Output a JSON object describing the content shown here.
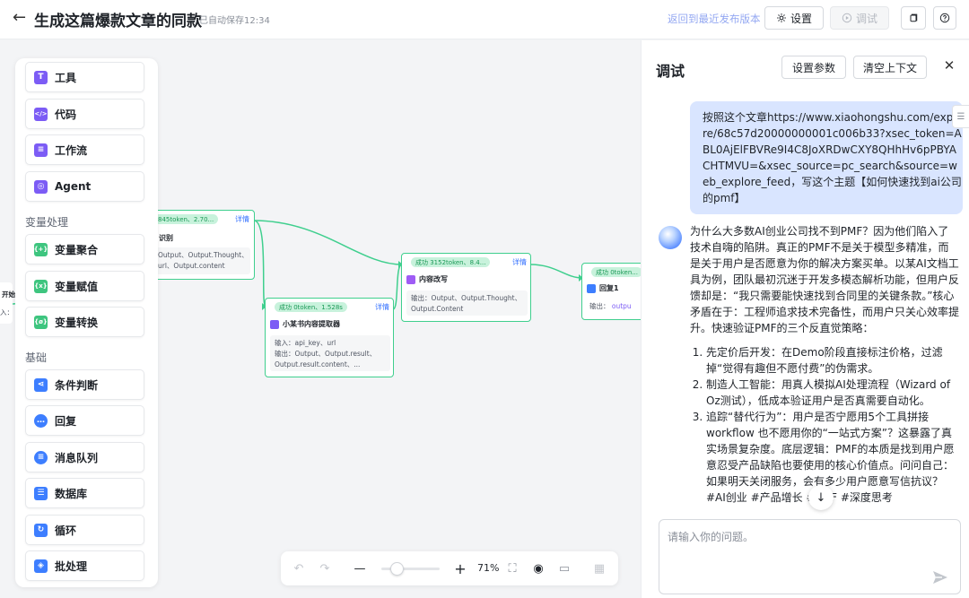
{
  "header": {
    "title": "生成这篇爆款文章的同款",
    "autosave": "已自动保存12:34",
    "revert_link": "返回到最近发布版本",
    "settings_label": "设置",
    "debug_label": "调试"
  },
  "palette": {
    "items_top": [
      {
        "label": "工具",
        "icon": "tool-icon",
        "color": "#7c5cf5"
      },
      {
        "label": "代码",
        "icon": "code-icon",
        "color": "#7c5cf5"
      },
      {
        "label": "工作流",
        "icon": "workflow-icon",
        "color": "#7c5cf5"
      },
      {
        "label": "Agent",
        "icon": "agent-icon",
        "color": "#7c5cf5"
      }
    ],
    "section_vars": "变量处理",
    "items_vars": [
      {
        "label": "变量聚合",
        "icon": "variable-aggregate-icon",
        "color": "#3ec57f"
      },
      {
        "label": "变量赋值",
        "icon": "variable-assign-icon",
        "color": "#3ec57f"
      },
      {
        "label": "变量转换",
        "icon": "variable-convert-icon",
        "color": "#3ec57f"
      }
    ],
    "section_basic": "基础",
    "items_basic": [
      {
        "label": "条件判断",
        "icon": "condition-icon",
        "color": "#3d7eff"
      },
      {
        "label": "回复",
        "icon": "reply-icon",
        "color": "#3d7eff"
      },
      {
        "label": "消息队列",
        "icon": "message-queue-icon",
        "color": "#3d7eff"
      },
      {
        "label": "数据库",
        "icon": "database-icon",
        "color": "#3d7eff"
      },
      {
        "label": "循环",
        "icon": "loop-icon",
        "color": "#3d7eff"
      },
      {
        "label": "批处理",
        "icon": "batch-icon",
        "color": "#3d7eff"
      }
    ]
  },
  "nodes": {
    "start": {
      "label": "开始",
      "sub": "入："
    },
    "recognize": {
      "status": "845token、2.70...",
      "detail": "详情",
      "name": "识别",
      "io_line1": "Output、Output.Thought、",
      "io_line2": "url、Output.content"
    },
    "extractor": {
      "status": "成功  0token、1.528s",
      "detail": "详情",
      "name": "小某书内容提取器",
      "io_line1": "输入：api_key、url",
      "io_line2": "输出：Output、Output.result、",
      "io_line3": "Output.result.content、..."
    },
    "rewrite": {
      "status": "成功  3152token、8.4...",
      "detail": "详情",
      "name": "内容改写",
      "io_line1": "输出：Output、Output.Thought、",
      "io_line2": "Output.Content"
    },
    "reply": {
      "status": "成功  0token...",
      "name": "回复1",
      "io_line1": "输出：",
      "io_var": "outpu"
    }
  },
  "toolbar": {
    "zoom": "71%"
  },
  "panel": {
    "title": "调试",
    "set_params": "设置参数",
    "clear_context": "清空上下文",
    "user_message": "按照这个文章https://www.xiaohongshu.com/explore/68c57d20000000001c006b33?xsec_token=ABL0AjElFBVRe9I4C8JoXRDwCXY8QHhHv6pPBYACHTMVU=&xsec_source=pc_search&source=web_explore_feed，写这个主题【如何快速找到ai公司的pmf】",
    "bot_intro": "为什么大多数AI创业公司找不到PMF？因为他们陷入了技术自嗨的陷阱。真正的PMF不是关于模型多精准，而是关于用户是否愿意为你的解决方案买单。以某AI文档工具为例，团队最初沉迷于开发多模态解析功能，但用户反馈却是：“我只需要能快速找到合同里的关键条款。”核心矛盾在于：工程师追求技术完备性，而用户只关心效率提升。快速验证PMF的三个反直觉策略：",
    "bot_points": [
      "先定价后开发：在Demo阶段直接标注价格，过滤掉“觉得有趣但不愿付费”的伪需求。",
      "制造人工智能：用真人模拟AI处理流程（Wizard of Oz测试），低成本验证用户是否真需要自动化。",
      "追踪“替代行为”：用户是否宁愿用5个工具拼接workflow 也不愿用你的“一站式方案”？这暴露了真实场景复杂度。底层逻辑：PMF的本质是找到用户愿意忍受产品缺陷也要使用的核心价值点。问问自己：如果明天关闭服务，会有多少用户愿意写信抗议？ #AI创业 #产品增长 #PMF #深度思考"
    ],
    "input_placeholder": "请输入你的问题。"
  }
}
